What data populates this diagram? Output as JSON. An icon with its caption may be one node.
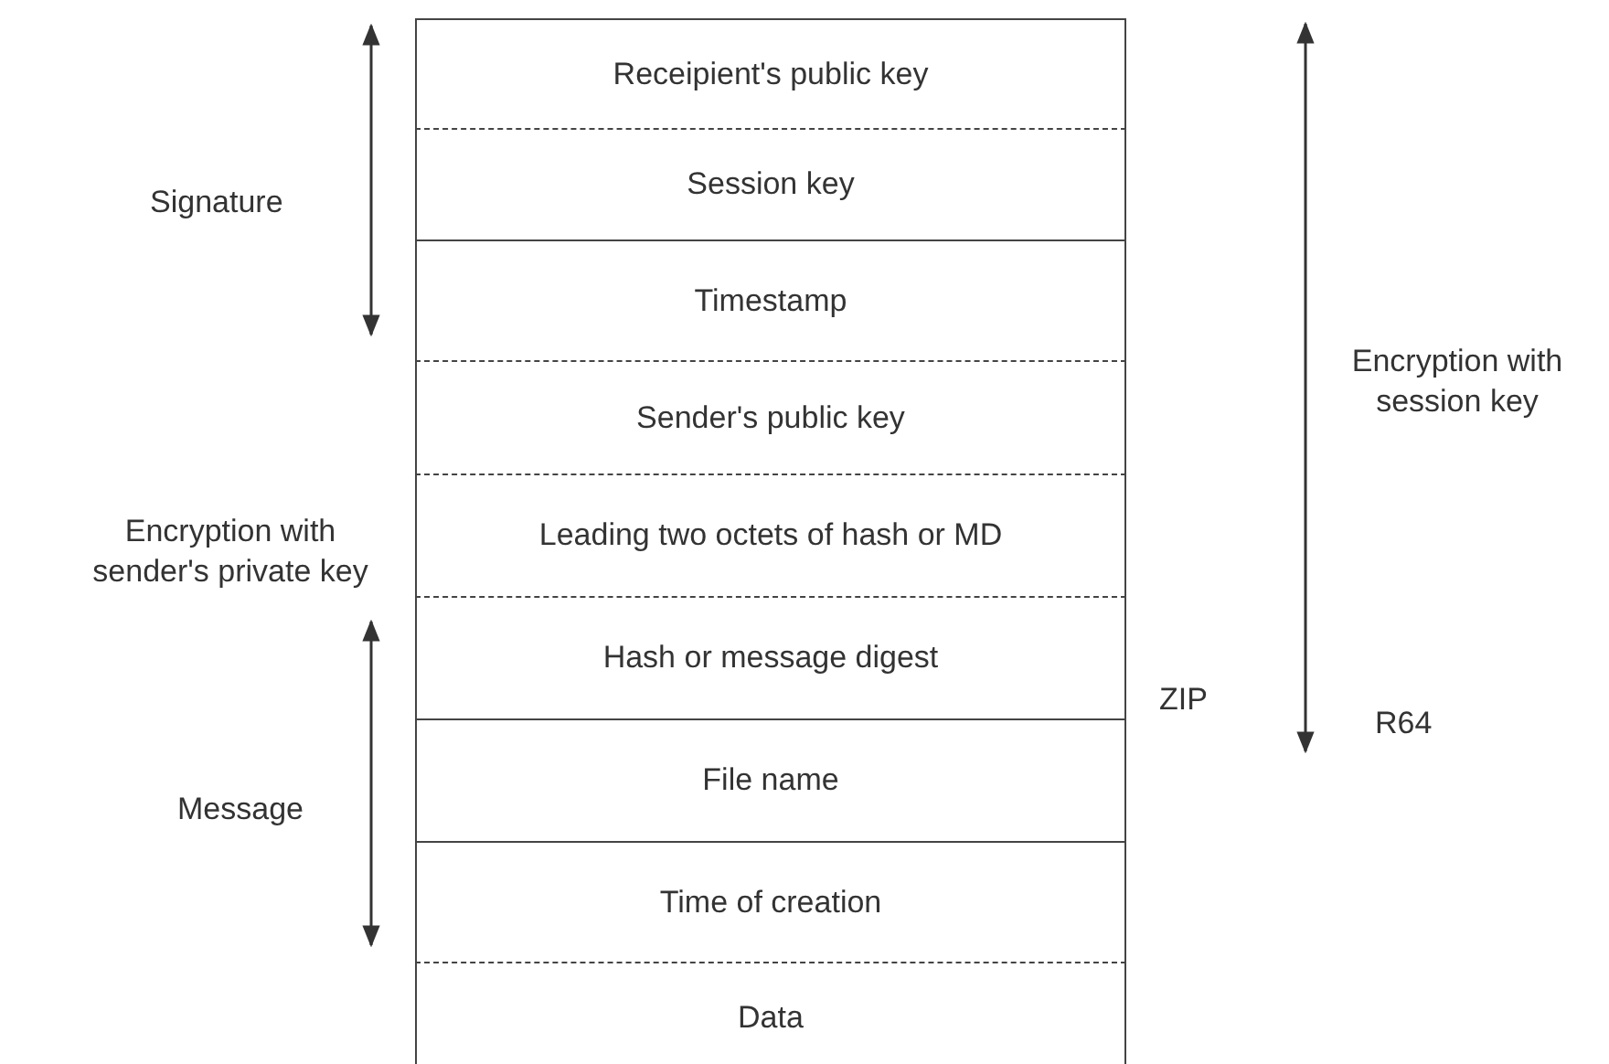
{
  "diagram": {
    "nodes": [
      {
        "text": [
          "Receipient's public key"
        ]
      },
      {
        "text": [
          "Session key"
        ]
      },
      {
        "text": [
          "Timestamp"
        ]
      },
      {
        "text": [
          "Sender's public key"
        ]
      },
      {
        "text": [
          "Leading two octets of hash or MD"
        ]
      },
      {
        "text": [
          "Hash or message digest"
        ]
      },
      {
        "text": [
          "File name"
        ]
      },
      {
        "text": [
          "Time of creation"
        ]
      },
      {
        "text": [
          "Data"
        ]
      }
    ],
    "labels": [
      "Signature",
      "Encryption with session key",
      "Encryption with sender's private key",
      "ZIP",
      "R64",
      "Message"
    ]
  }
}
